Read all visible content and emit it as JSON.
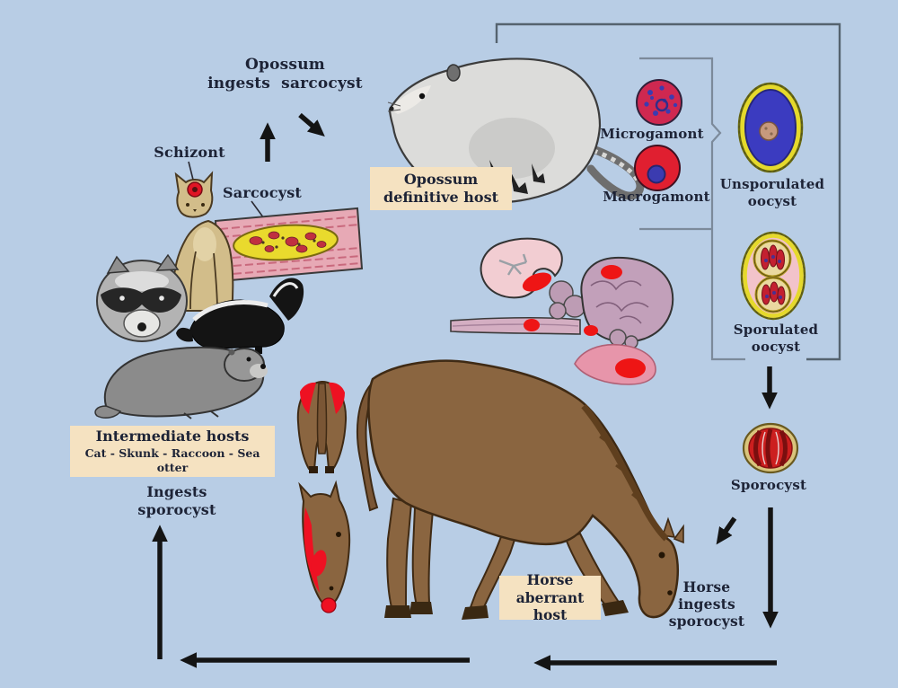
{
  "colors": {
    "background": "#b8cde5",
    "label_box": "#f5e2c1",
    "text": "#1d2336",
    "arrow": "#141414",
    "bracket_outer": "#55636f",
    "bracket_inner": "#7c8a9a",
    "lesion_red": "#ee1515",
    "oocyst_yellow": "#e5d92c",
    "oocyst_blue": "#3b3bc0",
    "gamont_red": "#d82038"
  },
  "labels": {
    "opossum_ingests": {
      "line1": "Opossum",
      "line2": "ingests sarcocyst"
    },
    "schizont": "Schizont",
    "sarcocyst": "Sarcocyst",
    "opossum_host": {
      "line1": "Opossum",
      "line2": "definitive host"
    },
    "microgamont": "Microgamont",
    "macrogamont": "Macrogamont",
    "unsporulated_oocyst": {
      "line1": "Unsporulated",
      "line2": "oocyst"
    },
    "sporulated_oocyst": {
      "line1": "Sporulated",
      "line2": "oocyst"
    },
    "sporocyst": "Sporocyst",
    "intermediate_hosts": {
      "title": "Intermediate hosts",
      "animals": "Cat - Skunk - Raccoon - Sea otter"
    },
    "ingests_sporocyst": "Ingests sporocyst",
    "horse_host": {
      "line1": "Horse",
      "line2": "aberrant host"
    },
    "horse_ingests": {
      "line1": "Horse",
      "line2": "ingests",
      "line3": "sporocyst"
    }
  },
  "illustrations": [
    "opossum",
    "cat-with-schizont",
    "muscle-with-sarcocyst",
    "raccoon",
    "skunk",
    "sea-otter",
    "kidney",
    "brain-and-spinal-cord",
    "muscle-lesion",
    "horse-rear-view",
    "horse-head",
    "grazing-horse",
    "microgamont-cell",
    "macrogamont-cell",
    "unsporulated-oocyst",
    "sporulated-oocyst",
    "sporocyst-cell"
  ]
}
